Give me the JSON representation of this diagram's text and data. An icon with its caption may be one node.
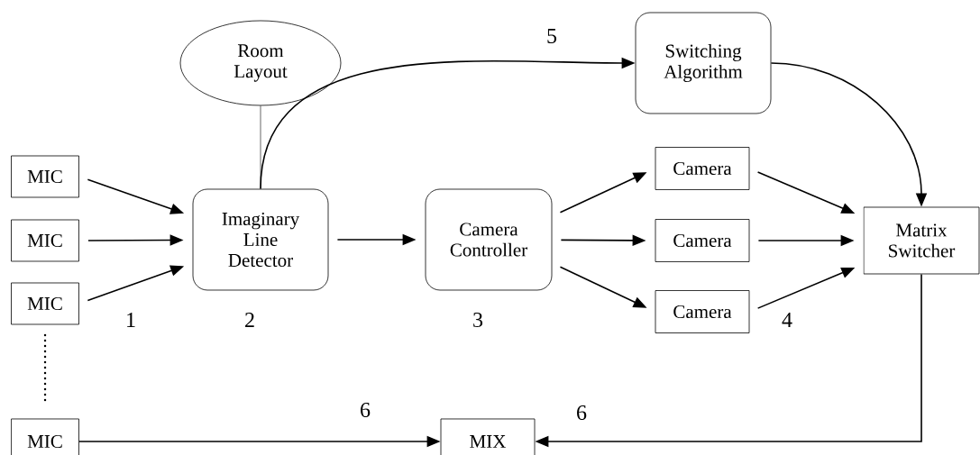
{
  "diagram": {
    "nodes": [
      {
        "text": [
          "Room Layout"
        ]
      },
      {
        "text": [
          "Switching Algorithm"
        ]
      },
      {
        "text": [
          "MIC"
        ]
      },
      {
        "text": [
          "Imaginary Line Detector"
        ]
      },
      {
        "text": [
          "Camera Controller"
        ]
      },
      {
        "text": [
          "Camera"
        ]
      },
      {
        "text": [
          "Matrix Switcher"
        ]
      },
      {
        "text": [
          "MIC"
        ]
      },
      {
        "text": [
          "Camera"
        ]
      },
      {
        "text": [
          "MIC"
        ]
      },
      {
        "text": [
          "Camera"
        ]
      },
      {
        "text": [
          "MIC"
        ]
      },
      {
        "text": [
          "MIX"
        ]
      }
    ],
    "edges": [
      {
        "from": 0,
        "to": 3,
        "arrow": "none"
      },
      {
        "from": 3,
        "to": 1,
        "arrow": "to"
      },
      {
        "from": 1,
        "to": 6,
        "arrow": "to"
      },
      {
        "from": 2,
        "to": 3,
        "arrow": "to"
      },
      {
        "from": 7,
        "to": 3,
        "arrow": "to"
      },
      {
        "from": 9,
        "to": 3,
        "arrow": "to"
      },
      {
        "from": 3,
        "to": 4,
        "arrow": "to"
      },
      {
        "from": 4,
        "to": 5,
        "arrow": "to"
      },
      {
        "from": 4,
        "to": 8,
        "arrow": "to"
      },
      {
        "from": 4,
        "to": 10,
        "arrow": "to"
      },
      {
        "from": 5,
        "to": 6,
        "arrow": "to"
      },
      {
        "from": 8,
        "to": 6,
        "arrow": "to"
      },
      {
        "from": 10,
        "to": 6,
        "arrow": "to"
      },
      {
        "from": 11,
        "to": 12,
        "arrow": "to",
        "label": "6"
      },
      {
        "from": 6,
        "to": 12,
        "arrow": "to",
        "label": "6"
      }
    ],
    "labels": [
      "5",
      "1",
      "2",
      "3",
      "4"
    ]
  }
}
